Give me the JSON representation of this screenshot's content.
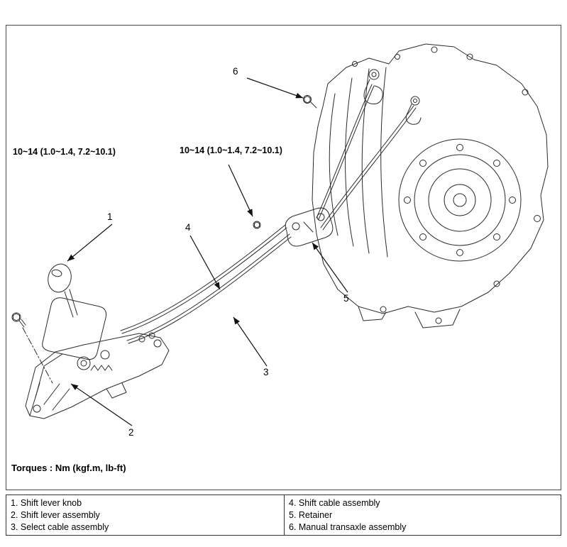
{
  "diagram": {
    "callouts": [
      {
        "number": "1"
      },
      {
        "number": "2"
      },
      {
        "number": "3"
      },
      {
        "number": "4"
      },
      {
        "number": "5"
      },
      {
        "number": "6"
      }
    ],
    "torque_labels": [
      {
        "text": "10~14 (1.0~1.4, 7.2~10.1)"
      },
      {
        "text": "10~14 (1.0~1.4, 7.2~10.1)"
      }
    ],
    "torque_note": "Torques : Nm (kgf.m, lb-ft)"
  },
  "legend": {
    "columns": [
      {
        "items": [
          "1. Shift lever knob",
          "2. Shift lever assembly",
          "3. Select cable assembly"
        ]
      },
      {
        "items": [
          "4. Shift cable assembly",
          "5. Retainer",
          "6. Manual transaxle assembly"
        ]
      }
    ]
  }
}
